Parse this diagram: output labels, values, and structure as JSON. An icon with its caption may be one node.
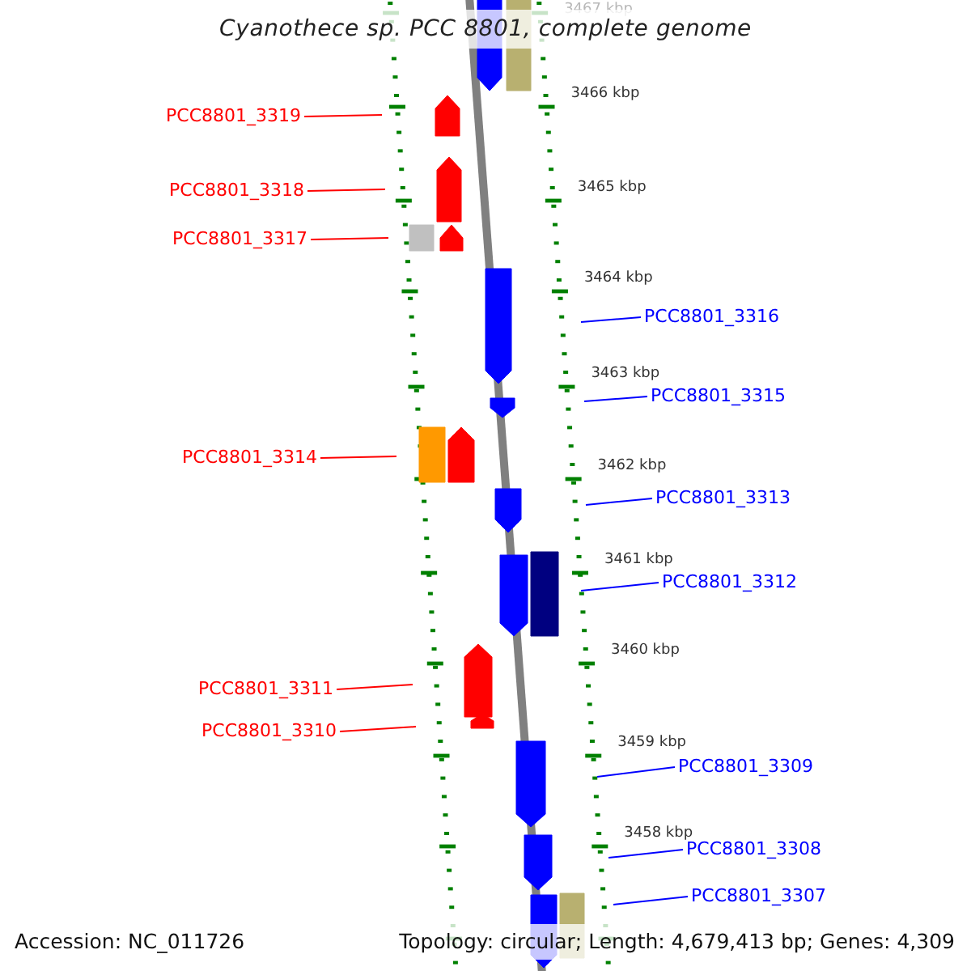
{
  "diagram": {
    "title": "Cyanothece sp. PCC 8801, complete genome",
    "nodes": [
      {
        "text": [
          "PCC8801_3319"
        ]
      },
      {
        "text": [
          "PCC8801_3318"
        ]
      },
      {
        "text": [
          "PCC8801_3317"
        ]
      },
      {
        "text": [
          "PCC8801_3316"
        ]
      },
      {
        "text": [
          "PCC8801_3315"
        ]
      },
      {
        "text": [
          "PCC8801_3314"
        ]
      },
      {
        "text": [
          "PCC8801_3313"
        ]
      },
      {
        "text": [
          "PCC8801_3312"
        ]
      },
      {
        "text": [
          "PCC8801_3311"
        ]
      },
      {
        "text": [
          "PCC8801_3310"
        ]
      },
      {
        "text": [
          "PCC8801_3309"
        ]
      },
      {
        "text": [
          "PCC8801_3308"
        ]
      },
      {
        "text": [
          "PCC8801_3307"
        ]
      }
    ],
    "edges": [
      {
        "from": 0,
        "to": null,
        "arrow": "none",
        "color": "#ff0000"
      },
      {
        "from": 1,
        "to": null,
        "arrow": "none",
        "color": "#ff0000"
      },
      {
        "from": 2,
        "to": null,
        "arrow": "none",
        "color": "#ff0000"
      },
      {
        "from": 3,
        "to": null,
        "arrow": "none"
      },
      {
        "from": 4,
        "to": null,
        "arrow": "none"
      },
      {
        "from": 5,
        "to": null,
        "arrow": "none",
        "color": "#ff0000"
      },
      {
        "from": 6,
        "to": null,
        "arrow": "none"
      },
      {
        "from": 7,
        "to": null,
        "arrow": "none"
      },
      {
        "from": 8,
        "to": null,
        "arrow": "none",
        "color": "#ff0000"
      },
      {
        "from": 9,
        "to": null,
        "arrow": "none",
        "color": "#ff0000"
      },
      {
        "from": 10,
        "to": null,
        "arrow": "none"
      },
      {
        "from": 11,
        "to": null,
        "arrow": "none"
      },
      {
        "from": 12,
        "to": null,
        "arrow": "none"
      }
    ],
    "labels": [
      "3467 kbp",
      "3466 kbp",
      "3465 kbp",
      "3464 kbp",
      "3463 kbp",
      "3462 kbp",
      "3461 kbp",
      "3460 kbp",
      "3459 kbp",
      "3458 kbp",
      "Accession: NC_011726",
      "Topology: circular; Length: 4,679,413 bp; Genes: 4,309"
    ]
  }
}
